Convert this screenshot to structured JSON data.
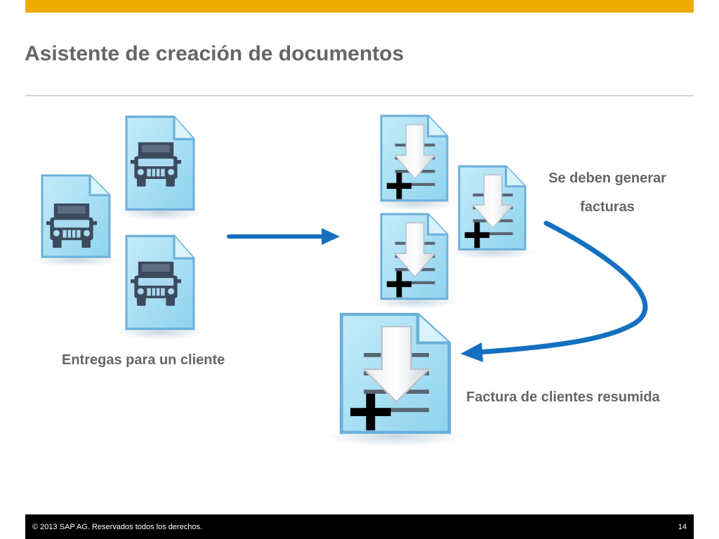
{
  "slide": {
    "title": "Asistente de creación de documentos",
    "page_number": "14",
    "copyright": "© 2013 SAP AG. Reservados todos los derechos."
  },
  "labels": {
    "deliveries": "Entregas para un cliente",
    "must_generate_line1": "Se deben generar",
    "must_generate_line2": "facturas",
    "summary_invoice": "Factura de clientes resumida"
  },
  "colors": {
    "accent_bar": "#f0ab00",
    "arrow": "#1470c0",
    "doc_fill": "#a8e0f4",
    "doc_border": "#6cb0d8",
    "truck": "#3d4a5e",
    "text": "#666666"
  },
  "icons": {
    "delivery_document": "truck-document-icon",
    "invoice_document": "invoice-document-icon"
  }
}
